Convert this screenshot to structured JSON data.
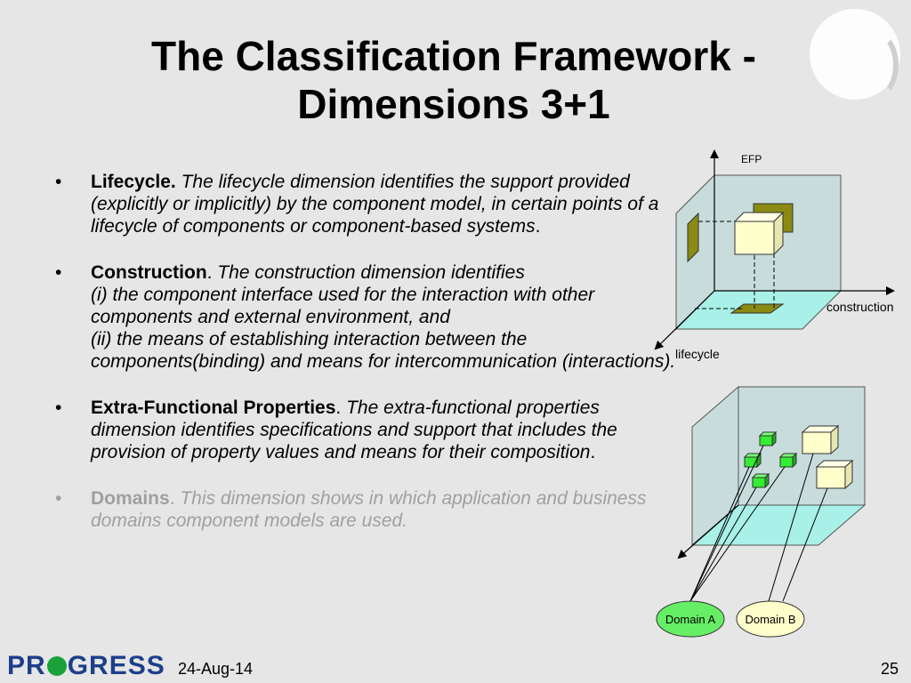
{
  "slide": {
    "title_line1": "The Classification Framework  -",
    "title_line2": "Dimensions 3+1",
    "date": "24-Aug-14",
    "page_number": "25",
    "logo_text_pr": "PR",
    "logo_text_gress": "GRESS"
  },
  "bullets": [
    {
      "dot": "•",
      "head": "Lifecycle.",
      "body": " The lifecycle dimension identifies the support provided (explicitly or implicitly) by the component model, in certain points of a lifecycle of components or component-based systems",
      "tail": "."
    },
    {
      "dot": "•",
      "head": "Construction",
      "tail": ". ",
      "line1": "The construction dimension identifies",
      "line2": "(i) the component interface used for the interaction with other components and external environment, and",
      "line3": "(ii) the means of establishing interaction between the components(binding) and means for intercommunication (interactions)."
    },
    {
      "dot": "•",
      "head": "Extra-Functional Properties",
      "tail": ". ",
      "body": "The extra-functional properties dimension identifies specifications and support that includes the provision of property values and means for their composition",
      "end": "."
    },
    {
      "dot": "•",
      "head": "Domains",
      "tail": ". ",
      "body": "This dimension shows in which application and business domains component models are used."
    }
  ],
  "diagram": {
    "axis_efp": "EFP",
    "axis_construction": "construction",
    "axis_lifecycle": "lifecycle",
    "domain_a": "Domain A",
    "domain_b": "Domain B"
  },
  "colors": {
    "cube_wall": "#c8dcdc",
    "cube_floor": "#a8f0e8",
    "olive": "#8a8a14",
    "cream": "#ffffcc",
    "green_cube": "#33ee33",
    "domain_a_fill": "#66ee66",
    "domain_b_fill": "#ffffcc"
  }
}
